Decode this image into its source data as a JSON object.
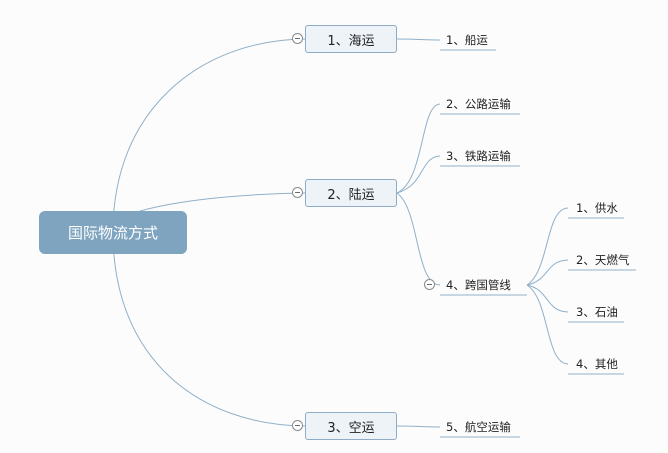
{
  "root": {
    "label": "国际物流方式"
  },
  "branches": [
    {
      "label": "1、海运",
      "children": [
        {
          "label": "1、船运"
        }
      ]
    },
    {
      "label": "2、陆运",
      "children": [
        {
          "label": "2、公路运输"
        },
        {
          "label": "3、铁路运输"
        },
        {
          "label": "4、跨国管线",
          "children": [
            {
              "label": "1、供水"
            },
            {
              "label": "2、天燃气"
            },
            {
              "label": "3、石油"
            },
            {
              "label": "4、其他"
            }
          ]
        }
      ]
    },
    {
      "label": "3、空运",
      "children": [
        {
          "label": "5、航空运输"
        }
      ]
    }
  ],
  "colors": {
    "connector": "#8fb0c9",
    "root_fill": "#7fa4bf",
    "branch_fill": "#eef3f8",
    "branch_border": "#8eacc5"
  }
}
